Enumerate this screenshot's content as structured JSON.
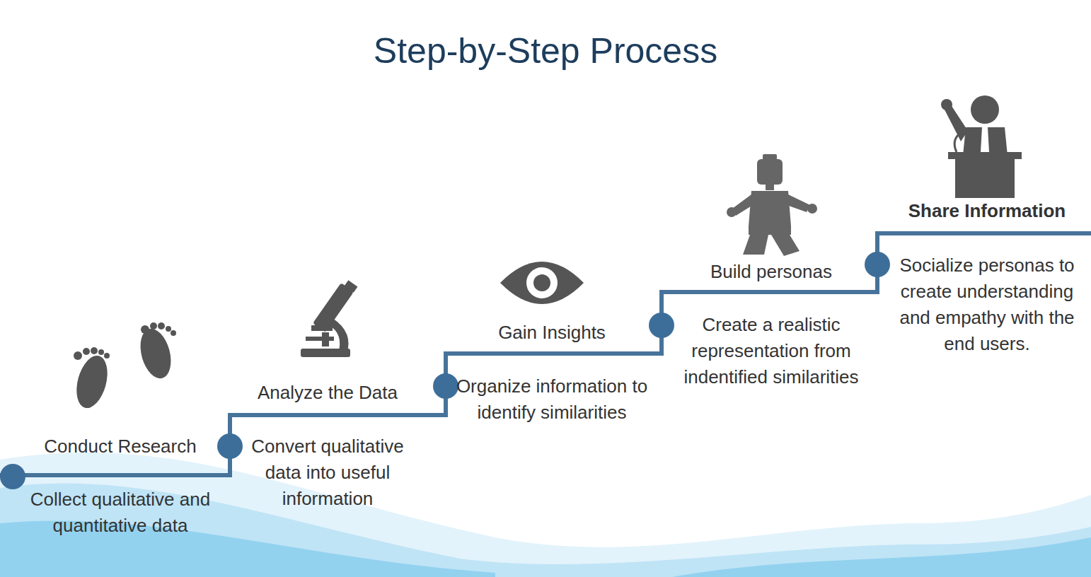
{
  "diagram": {
    "title": "Step-by-Step Process",
    "labels": [
      "Conduct Research",
      "Collect qualitative and quantitative data",
      "Analyze the Data",
      "Convert qualitative data into useful information",
      "Gain Insights",
      "Organize information to identify similarities",
      "Build personas",
      "Create a realistic representation from indentified similarities",
      "Share Information",
      "Socialize personas to create understanding and empathy with the end users."
    ]
  }
}
